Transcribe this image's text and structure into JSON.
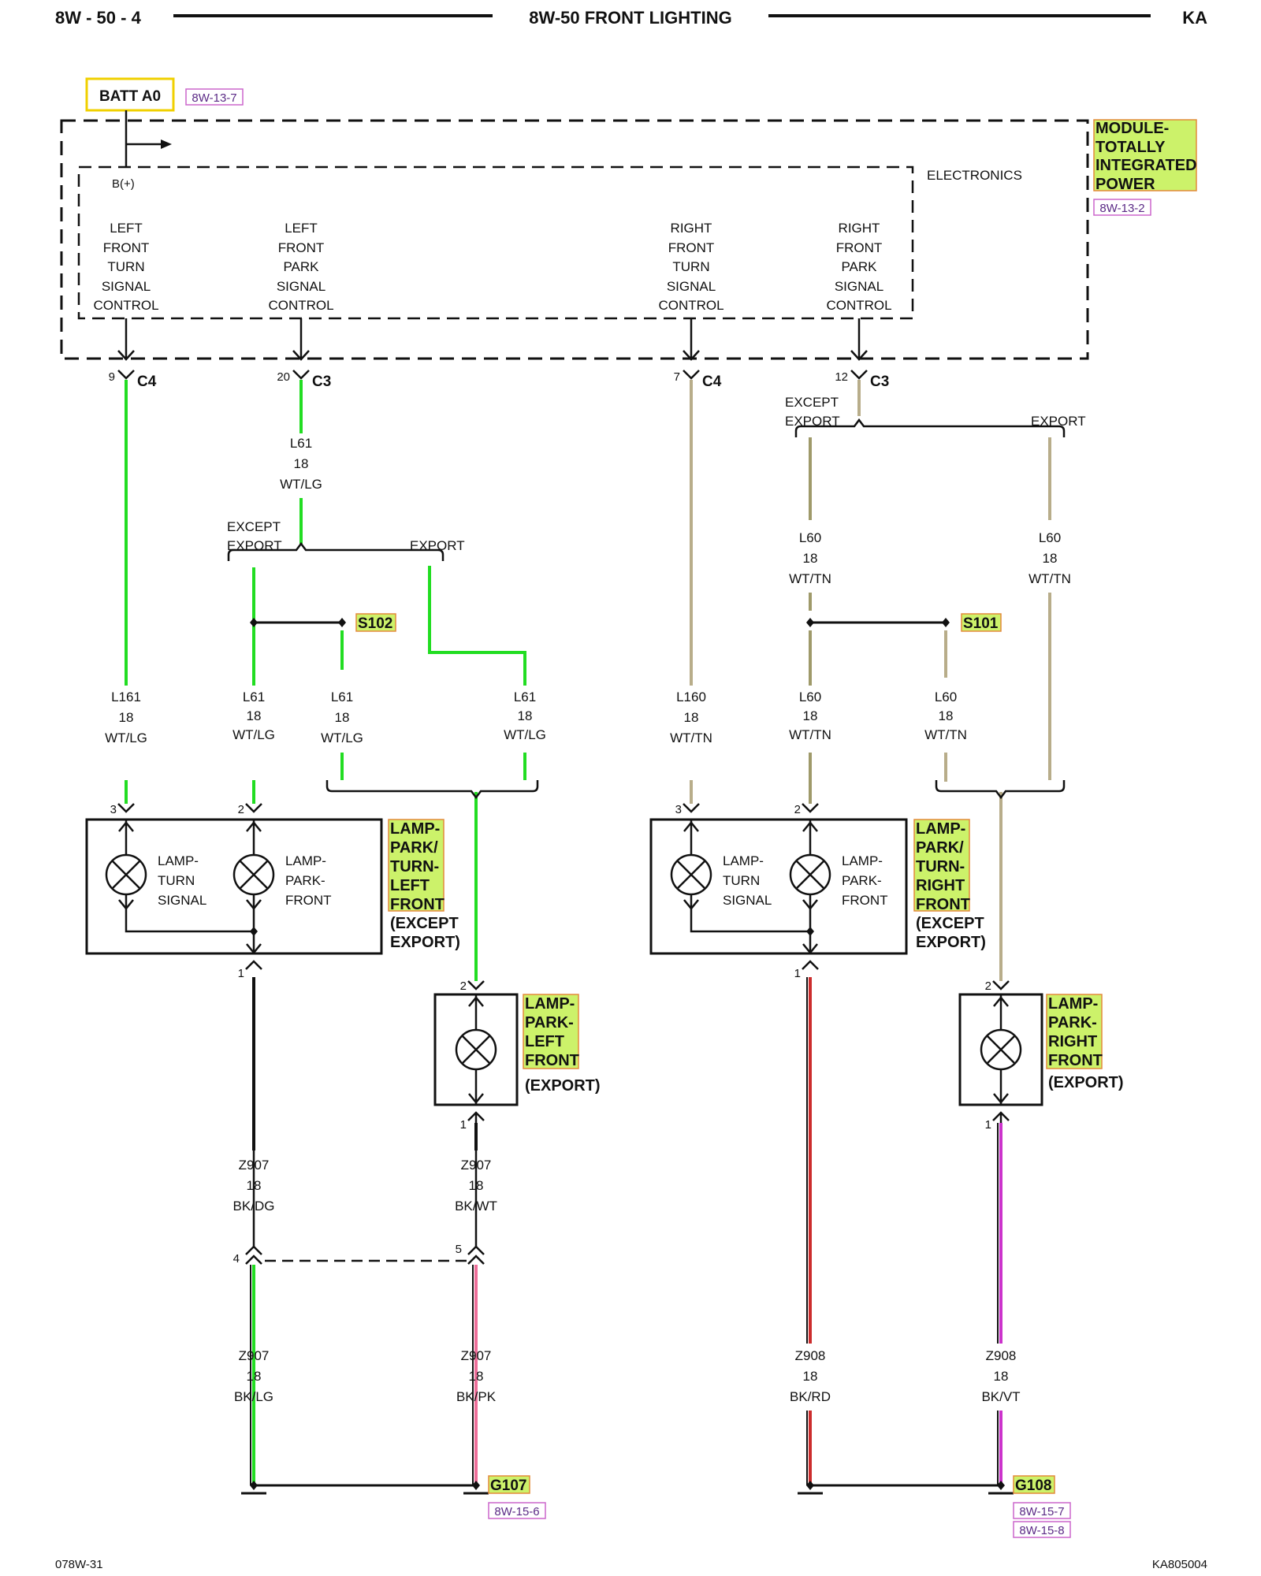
{
  "header": {
    "left": "8W - 50 - 4",
    "center": "8W-50 FRONT LIGHTING",
    "right": "KA"
  },
  "footer": {
    "left": "078W-31",
    "right": "KA805004"
  },
  "batt": {
    "label": "BATT A0",
    "ref": "8W-13-7"
  },
  "module": {
    "name_lines": [
      "MODULE-",
      "TOTALLY",
      "INTEGRATED",
      "POWER"
    ],
    "ref": "8W-13-2",
    "inner_label": "ELECTRONICS",
    "bplus": "B(+)",
    "controls": [
      {
        "lines": [
          "LEFT",
          "FRONT",
          "TURN",
          "SIGNAL",
          "CONTROL"
        ]
      },
      {
        "lines": [
          "LEFT",
          "FRONT",
          "PARK",
          "SIGNAL",
          "CONTROL"
        ]
      },
      {
        "lines": [
          "RIGHT",
          "FRONT",
          "TURN",
          "SIGNAL",
          "CONTROL"
        ]
      },
      {
        "lines": [
          "RIGHT",
          "FRONT",
          "PARK",
          "SIGNAL",
          "CONTROL"
        ]
      }
    ]
  },
  "connectors": [
    {
      "pin": "9",
      "name": "C4"
    },
    {
      "pin": "20",
      "name": "C3"
    },
    {
      "pin": "7",
      "name": "C4"
    },
    {
      "pin": "12",
      "name": "C3"
    }
  ],
  "branch": {
    "except_lines": [
      "EXCEPT",
      "EXPORT"
    ],
    "export": "EXPORT"
  },
  "wires": {
    "l61_top": [
      "L61",
      "18",
      "WT/LG"
    ],
    "l60_left_top": [
      "L60",
      "18",
      "WT/TN"
    ],
    "l60_right_top": [
      "L60",
      "18",
      "WT/TN"
    ],
    "l161": [
      "L161",
      "18",
      "WT/LG"
    ],
    "l61_a": [
      "L61",
      "18",
      "WT/LG"
    ],
    "l61_b": [
      "L61",
      "18",
      "WT/LG"
    ],
    "l61_c": [
      "L61",
      "18",
      "WT/LG"
    ],
    "l160": [
      "L160",
      "18",
      "WT/TN"
    ],
    "l60_a": [
      "L60",
      "18",
      "WT/TN"
    ],
    "l60_b": [
      "L60",
      "18",
      "WT/TN"
    ],
    "z907_bkdg": [
      "Z907",
      "18",
      "BK/DG"
    ],
    "z907_bkwt": [
      "Z907",
      "18",
      "BK/WT"
    ],
    "z907_bklg": [
      "Z907",
      "18",
      "BK/LG"
    ],
    "z907_bkpk": [
      "Z907",
      "18",
      "BK/PK"
    ],
    "z908_bkrd": [
      "Z908",
      "18",
      "BK/RD"
    ],
    "z908_bkvt": [
      "Z908",
      "18",
      "BK/VT"
    ]
  },
  "splices": {
    "s102": "S102",
    "s101": "S101"
  },
  "lamps": {
    "left_assy": {
      "name_lines": [
        "LAMP-",
        "PARK/",
        "TURN-",
        "LEFT",
        "FRONT"
      ],
      "note_lines": [
        "(EXCEPT",
        "EXPORT)"
      ],
      "turn_lines": [
        "LAMP-",
        "TURN",
        "SIGNAL"
      ],
      "park_lines": [
        "LAMP-",
        "PARK-",
        "FRONT"
      ],
      "pins": [
        "3",
        "2",
        "1"
      ]
    },
    "right_assy": {
      "name_lines": [
        "LAMP-",
        "PARK/",
        "TURN-",
        "RIGHT",
        "FRONT"
      ],
      "note_lines": [
        "(EXCEPT",
        "EXPORT)"
      ],
      "turn_lines": [
        "LAMP-",
        "TURN",
        "SIGNAL"
      ],
      "park_lines": [
        "LAMP-",
        "PARK-",
        "FRONT"
      ],
      "pins": [
        "3",
        "2",
        "1"
      ]
    },
    "left_export": {
      "name_lines": [
        "LAMP-",
        "PARK-",
        "LEFT",
        "FRONT"
      ],
      "note": "(EXPORT)",
      "pins": [
        "2",
        "1"
      ]
    },
    "right_export": {
      "name_lines": [
        "LAMP-",
        "PARK-",
        "RIGHT",
        "FRONT"
      ],
      "note": "(EXPORT)",
      "pins": [
        "2",
        "1"
      ]
    }
  },
  "inline_pins": [
    "4",
    "5"
  ],
  "grounds": {
    "g107": {
      "name": "G107",
      "refs": [
        "8W-15-6"
      ]
    },
    "g108": {
      "name": "G108",
      "refs": [
        "8W-15-7",
        "8W-15-8"
      ]
    }
  },
  "colors": {
    "green": "#22dd22",
    "tan": "#b8ad8a",
    "olive": "#9f9a6a",
    "black": "#111111",
    "pink": "#ee6f9a",
    "red": "#cc2d2d",
    "violet": "#cc33cc",
    "highlight": "#ccf26a",
    "batt_border": "#f0d000",
    "ref_border": "#cc66cc"
  }
}
